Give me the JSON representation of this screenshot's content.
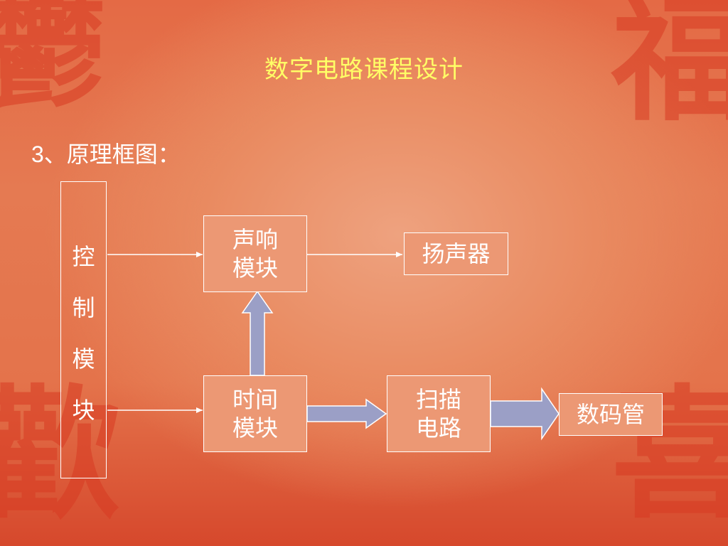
{
  "page_title": "数字电路课程设计",
  "section_heading": {
    "number": "3",
    "text": "、原理框图："
  },
  "diagram": {
    "control_module": {
      "chars": [
        "控",
        "制",
        "模",
        "块"
      ]
    },
    "sound_module": {
      "line1": "声响",
      "line2": "模块"
    },
    "speaker": {
      "label": "扬声器"
    },
    "timer_module": {
      "line1": "时间",
      "line2": "模块"
    },
    "scan_circuit": {
      "line1": "扫描",
      "line2": "电路"
    },
    "display_tube": {
      "label": "数码管"
    }
  },
  "colors": {
    "background": "#e57a52",
    "title": "#ffff66",
    "box_fill": "#ec9874",
    "block_arrow": "#9b9fc6"
  }
}
